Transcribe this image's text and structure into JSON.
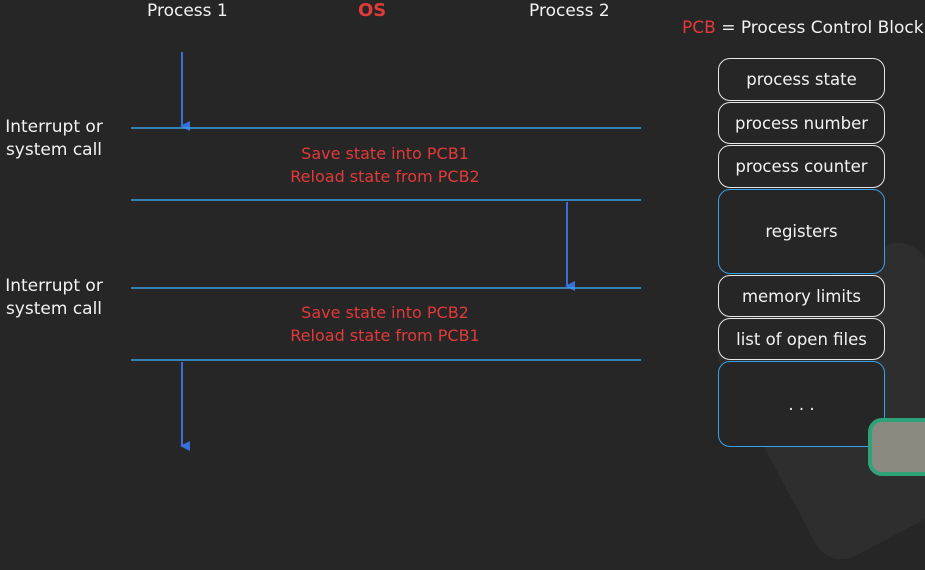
{
  "headers": {
    "process1": "Process 1",
    "os": "OS",
    "process2": "Process 2"
  },
  "events": [
    {
      "line1": "Interrupt or",
      "line2": "system call"
    },
    {
      "line1": "Interrupt or",
      "line2": "system call"
    }
  ],
  "os_actions": [
    {
      "line1": "Save state into PCB1",
      "line2": "Reload state from PCB2"
    },
    {
      "line1": "Save state into PCB2",
      "line2": "Reload state from PCB1"
    }
  ],
  "legend": {
    "abbr": "PCB",
    "rest": " = Process Control Block"
  },
  "pcb_fields": [
    "process state",
    "process number",
    "process counter",
    "registers",
    "memory limits",
    "list of open files",
    ". . ."
  ],
  "colors": {
    "red": "#e23a3a",
    "blue": "#3aa0e8",
    "arrow": "#3a6fd8",
    "background": "#262626"
  }
}
